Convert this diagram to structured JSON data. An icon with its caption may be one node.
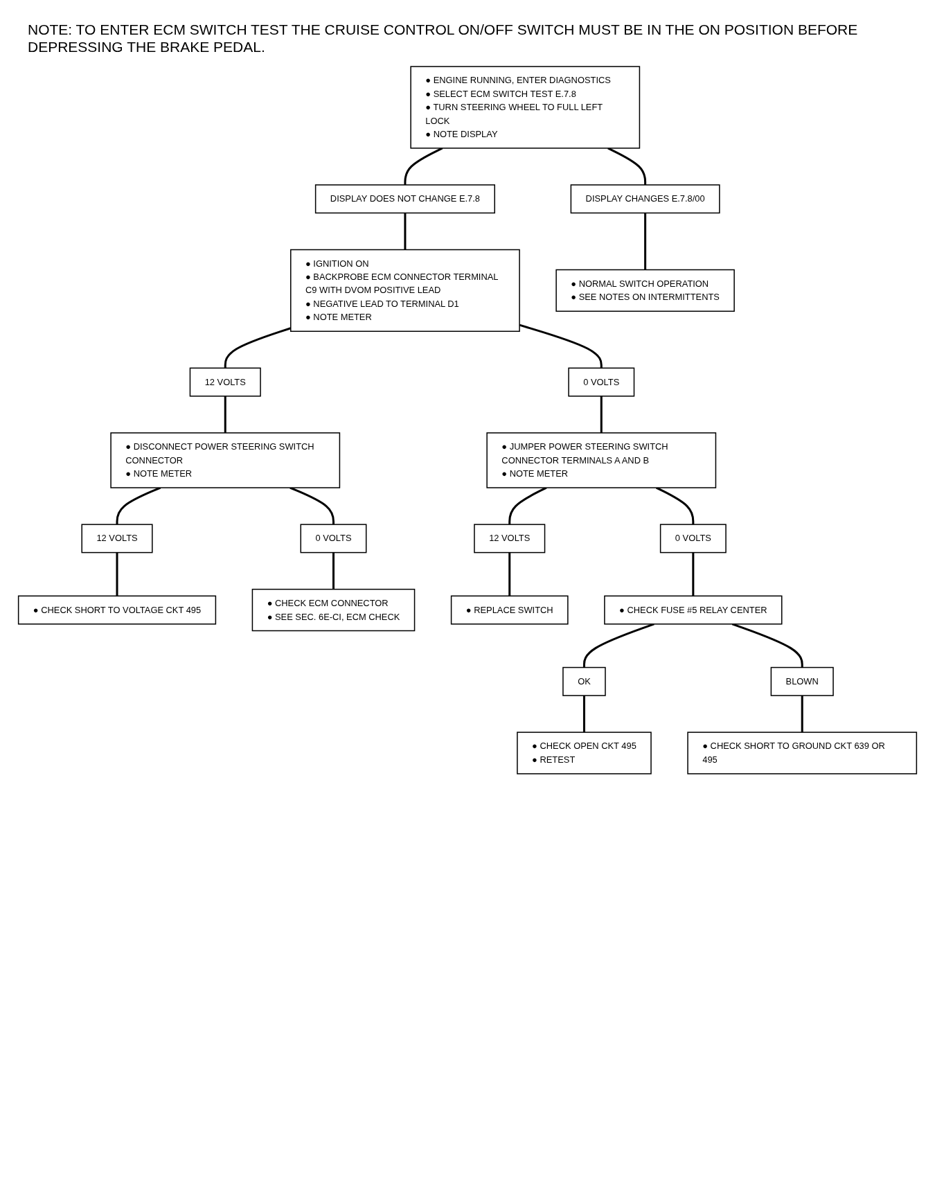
{
  "diagram": {
    "nodes": [
      {
        "text": [
          "● ENGINE RUNNING, ENTER DIAGNOSTICS",
          "● SELECT ECM SWITCH TEST E.7.8",
          "● TURN STEERING WHEEL TO FULL LEFT LOCK",
          "● NOTE DISPLAY"
        ]
      },
      {
        "text": [
          "DISPLAY DOES NOT CHANGE E.7.8"
        ]
      },
      {
        "text": [
          "DISPLAY CHANGES E.7.8/00"
        ]
      },
      {
        "text": [
          "● IGNITION ON",
          "● BACKPROBE ECM CONNECTOR TERMINAL C9 WITH DVOM POSITIVE LEAD",
          "● NEGATIVE LEAD TO TERMINAL D1",
          "● NOTE METER"
        ]
      },
      {
        "text": [
          "● NORMAL SWITCH OPERATION",
          "● SEE NOTES ON INTERMITTENTS"
        ]
      },
      {
        "text": [
          "12 VOLTS"
        ]
      },
      {
        "text": [
          "0 VOLTS"
        ]
      },
      {
        "text": [
          "● DISCONNECT POWER STEERING SWITCH CONNECTOR",
          "● NOTE METER"
        ]
      },
      {
        "text": [
          "● JUMPER POWER STEERING SWITCH CONNECTOR TERMINALS A AND B",
          "● NOTE METER"
        ]
      },
      {
        "text": [
          "12 VOLTS"
        ]
      },
      {
        "text": [
          "0 VOLTS"
        ]
      },
      {
        "text": [
          "● CHECK SHORT TO VOLTAGE CKT 495"
        ]
      },
      {
        "text": [
          "● CHECK ECM CONNECTOR",
          "● SEE SEC. 6E-CI, ECM CHECK"
        ]
      },
      {
        "text": [
          "12 VOLTS"
        ]
      },
      {
        "text": [
          "0 VOLTS"
        ]
      },
      {
        "text": [
          "● REPLACE SWITCH"
        ]
      },
      {
        "text": [
          "● CHECK FUSE #5 RELAY CENTER"
        ]
      },
      {
        "text": [
          "OK"
        ]
      },
      {
        "text": [
          "BLOWN"
        ]
      },
      {
        "text": [
          "● CHECK OPEN CKT 495",
          "● RETEST"
        ]
      },
      {
        "text": [
          "● CHECK SHORT TO GROUND CKT 639 OR 495"
        ]
      }
    ],
    "edges": [
      {
        "from": 0,
        "to": 1,
        "arrow": "none"
      },
      {
        "from": 0,
        "to": 2,
        "arrow": "none"
      },
      {
        "from": 1,
        "to": 3,
        "arrow": "none"
      },
      {
        "from": 2,
        "to": 4,
        "arrow": "none"
      },
      {
        "from": 3,
        "to": 5,
        "arrow": "none"
      },
      {
        "from": 3,
        "to": 6,
        "arrow": "none"
      },
      {
        "from": 5,
        "to": 7,
        "arrow": "none"
      },
      {
        "from": 6,
        "to": 8,
        "arrow": "none"
      },
      {
        "from": 7,
        "to": 9,
        "arrow": "none"
      },
      {
        "from": 7,
        "to": 10,
        "arrow": "none"
      },
      {
        "from": 9,
        "to": 11,
        "arrow": "none"
      },
      {
        "from": 10,
        "to": 12,
        "arrow": "none"
      },
      {
        "from": 8,
        "to": 13,
        "arrow": "none"
      },
      {
        "from": 8,
        "to": 14,
        "arrow": "none"
      },
      {
        "from": 13,
        "to": 15,
        "arrow": "none"
      },
      {
        "from": 14,
        "to": 16,
        "arrow": "none"
      },
      {
        "from": 16,
        "to": 17,
        "arrow": "none"
      },
      {
        "from": 16,
        "to": 18,
        "arrow": "none"
      },
      {
        "from": 17,
        "to": 19,
        "arrow": "none"
      },
      {
        "from": 18,
        "to": 20,
        "arrow": "none"
      }
    ],
    "labels": [
      "NOTE: TO ENTER ECM SWITCH TEST THE CRUISE CONTROL ON/OFF SWITCH MUST BE IN THE ON POSITION BEFORE DEPRESSING THE BRAKE PEDAL."
    ]
  }
}
